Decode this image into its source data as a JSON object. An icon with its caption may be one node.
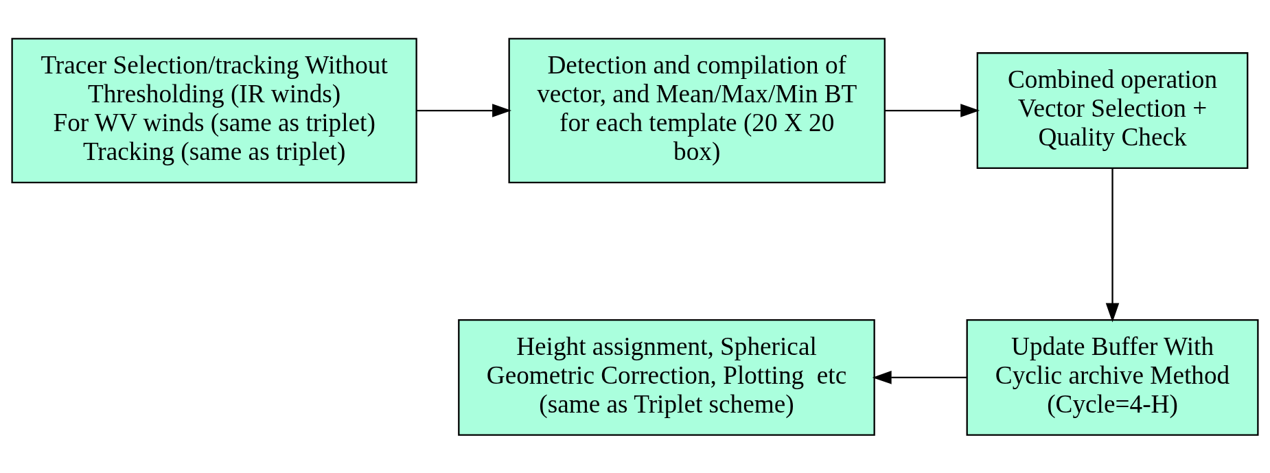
{
  "diagram": {
    "nodes": [
      {
        "text": [
          "Tracer Selection/tracking Without Thresholding (IR winds)",
          "For WV winds (same as triplet)",
          "Tracking (same as triplet)"
        ]
      },
      {
        "text": [
          "Detection and compilation of vector, and Mean/Max/Min BT for each template (20 X 20 box)"
        ]
      },
      {
        "text": [
          "Combined operation",
          "Vector Selection + Quality Check"
        ]
      },
      {
        "text": [
          "Update Buffer With Cyclic archive Method (Cycle=4-H)"
        ]
      },
      {
        "text": [
          "Height assignment, Spherical Geometric Correction, Plotting  etc",
          "(same as Triplet scheme)"
        ]
      }
    ],
    "edges": [
      {
        "from": 0,
        "to": 1,
        "arrow": "to"
      },
      {
        "from": 1,
        "to": 2,
        "arrow": "to"
      },
      {
        "from": 2,
        "to": 3,
        "arrow": "to"
      },
      {
        "from": 3,
        "to": 4,
        "arrow": "to"
      }
    ]
  }
}
